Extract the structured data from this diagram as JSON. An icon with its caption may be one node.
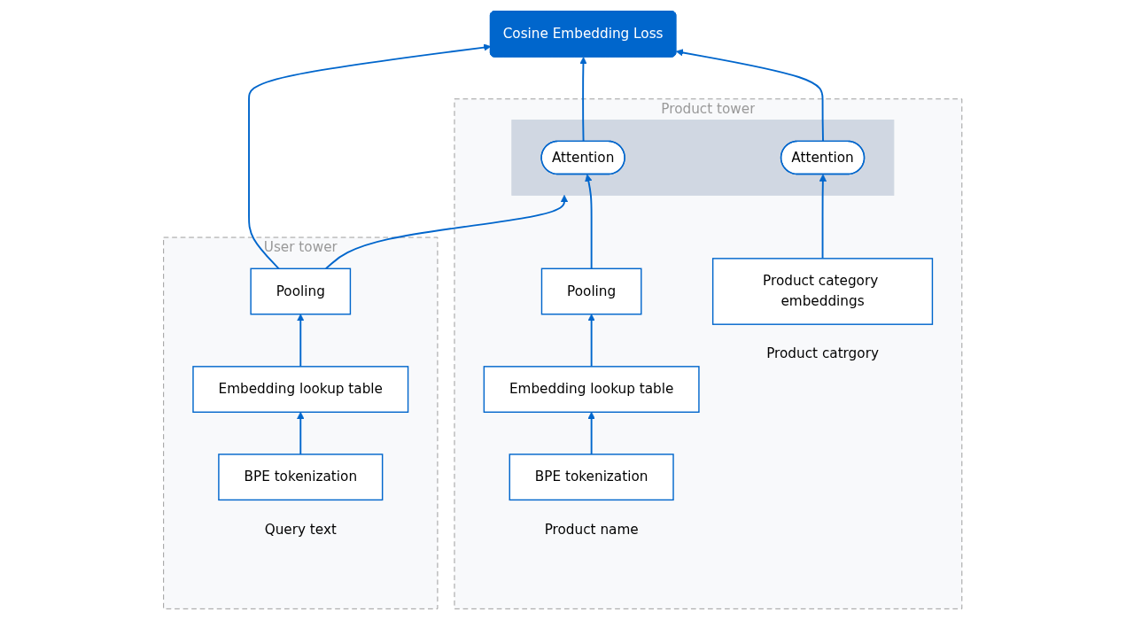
{
  "diagram": {
    "nodes": [
      {
        "text": [
          "Cosine Embedding Loss"
        ]
      },
      {
        "text": [
          "User tower"
        ]
      },
      {
        "text": [
          "Pooling"
        ],
        "in": 1
      },
      {
        "text": [
          "Embedding lookup table"
        ],
        "in": 1
      },
      {
        "text": [
          "BPE tokenization"
        ],
        "in": 1,
        "beside": [
          "Query text"
        ]
      },
      {
        "text": [
          "Product tower"
        ]
      },
      {
        "text": [],
        "shape": "bar",
        "in": 5
      },
      {
        "text": [
          "Attention"
        ],
        "in": 6
      },
      {
        "text": [
          "Attention"
        ],
        "in": 6
      },
      {
        "text": [
          "Pooling"
        ],
        "in": 5
      },
      {
        "text": [
          "Embedding lookup table"
        ],
        "in": 5
      },
      {
        "text": [
          "BPE tokenization"
        ],
        "in": 5,
        "beside": [
          "Product name"
        ]
      },
      {
        "text": [
          "Product category embeddings"
        ],
        "in": 5,
        "beside": [
          "Product catrgory"
        ]
      }
    ],
    "edges": [
      {
        "from": 4,
        "to": 3,
        "arrow": "to"
      },
      {
        "from": 3,
        "to": 2,
        "arrow": "to"
      },
      {
        "from": 2,
        "to": 0,
        "arrow": "to"
      },
      {
        "from": 2,
        "to": 6,
        "arrow": "to"
      },
      {
        "from": 11,
        "to": 10,
        "arrow": "to"
      },
      {
        "from": 10,
        "to": 9,
        "arrow": "to"
      },
      {
        "from": 9,
        "to": 7,
        "arrow": "to"
      },
      {
        "from": 12,
        "to": 8,
        "arrow": "to"
      },
      {
        "from": 7,
        "to": 0,
        "arrow": "to"
      },
      {
        "from": 8,
        "to": 0,
        "arrow": "to"
      }
    ]
  }
}
